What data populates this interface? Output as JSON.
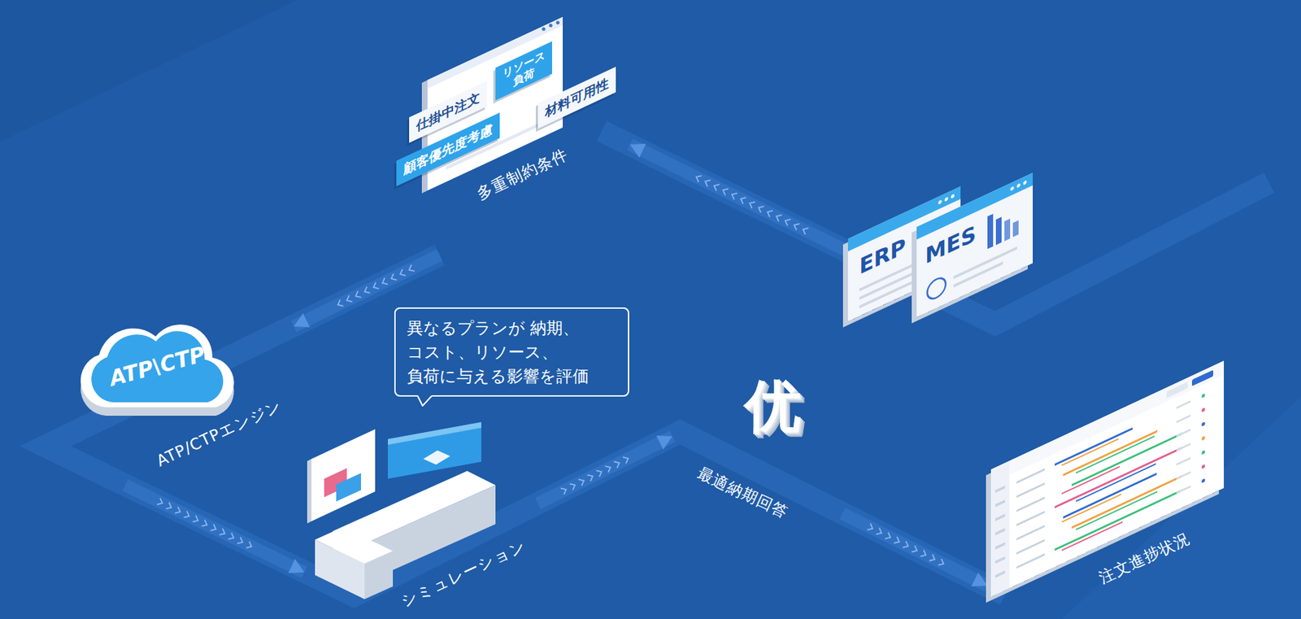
{
  "diagram": {
    "nodes": [
      {
        "text": [
          "多重制約条件"
        ]
      },
      {
        "text": [
          "仕掛中注文"
        ],
        "in": 0
      },
      {
        "text": [
          "リソース 負荷"
        ],
        "in": 0
      },
      {
        "text": [
          "顧客優先度考慮"
        ],
        "in": 0
      },
      {
        "text": [
          "材料可用性"
        ],
        "in": 0
      },
      {
        "text": [
          "ERP"
        ]
      },
      {
        "text": [
          "MES"
        ]
      },
      {
        "text": [
          "ATP\\CTP",
          "ATP/CTPエンジン"
        ]
      },
      {
        "text": [
          "異なるプランが 納期、コスト、リソース、 負荷に与える影響を評価"
        ]
      },
      {
        "text": [
          "シミュレーション"
        ]
      },
      {
        "text": [
          "优",
          "最適納期回答"
        ]
      },
      {
        "text": [
          "注文進捗状況"
        ]
      }
    ],
    "edges": [
      {
        "from": 5,
        "to": 0,
        "arrow": "to"
      },
      {
        "from": 0,
        "to": 7,
        "arrow": "to"
      },
      {
        "from": 7,
        "to": 9,
        "arrow": "to"
      },
      {
        "from": 9,
        "to": 10,
        "arrow": "to"
      },
      {
        "from": 10,
        "to": 11,
        "arrow": "to"
      }
    ]
  }
}
